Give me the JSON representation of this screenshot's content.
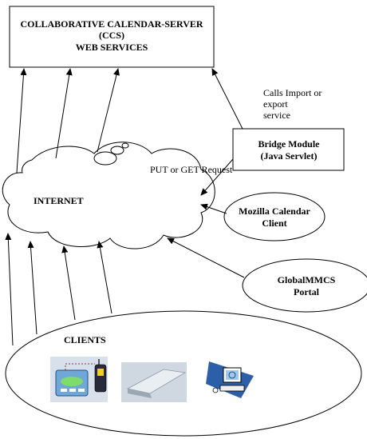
{
  "ccs_box": {
    "line1": "COLLABORATIVE CALENDAR-SERVER",
    "line2": "(CCS)",
    "line3": "WEB SERVICES"
  },
  "bridge": {
    "line1": "Bridge Module",
    "line2": "(Java Servlet)"
  },
  "internet_label": "INTERNET",
  "mozilla": {
    "line1": "Mozilla Calendar",
    "line2": "Client"
  },
  "globalmmcs": {
    "line1": "GlobalMMCS",
    "line2": "Portal"
  },
  "clients_label": "CLIENTS",
  "calls_label": {
    "line1": "Calls Import or",
    "line2": "export",
    "line3": "service"
  },
  "put_get_label": "PUT or GET Request"
}
